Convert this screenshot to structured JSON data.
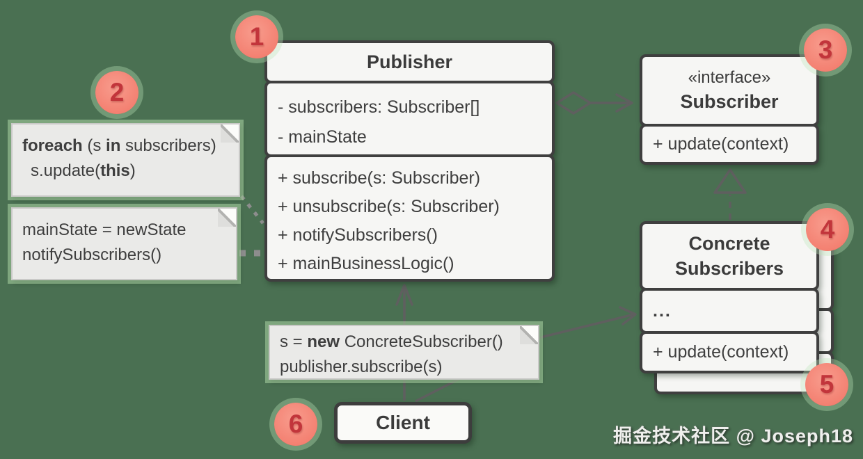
{
  "publisher": {
    "title": "Publisher",
    "attributes": [
      "- subscribers: Subscriber[]",
      "- mainState"
    ],
    "methods": [
      "+ subscribe(s: Subscriber)",
      "+ unsubscribe(s: Subscriber)",
      "+ notifySubscribers()",
      "+ mainBusinessLogic()"
    ]
  },
  "subscriber": {
    "stereotype": "«interface»",
    "title": "Subscriber",
    "method": "+ update(context)"
  },
  "concrete": {
    "title": "Concrete Subscribers",
    "ellipsis": "...",
    "method": "+ update(context)"
  },
  "client": {
    "title": "Client"
  },
  "notes": {
    "foreach_note": {
      "l1": [
        "foreach",
        " (s ",
        "in",
        " subscribers)"
      ],
      "l2": [
        "s.update(",
        "this",
        ")"
      ]
    },
    "state_note": {
      "l1": "mainState = newState",
      "l2": "notifySubscribers()"
    },
    "client_note": {
      "l1": [
        "s = ",
        "new",
        " ConcreteSubscriber()"
      ],
      "l2": "publisher.subscribe(s)"
    }
  },
  "badges": [
    "1",
    "2",
    "3",
    "4",
    "5",
    "6"
  ],
  "watermark": "掘金技术社区 @ Joseph18",
  "colors": {
    "background": "#4a7052",
    "box_fill": "#f6f6f4",
    "box_border": "#3f3f3f",
    "note_fill": "#eaeae8",
    "note_glow": "#abd5a4",
    "badge_fill": "#f37f70",
    "badge_number": "#c2353b",
    "arrow": "#5f5f5f"
  }
}
